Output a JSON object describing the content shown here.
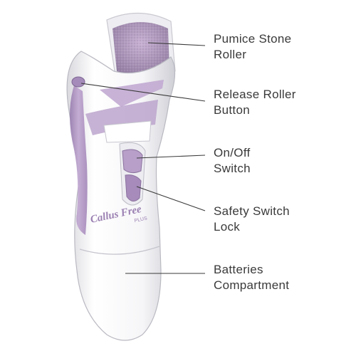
{
  "brand": {
    "logo_main": "Callus Free",
    "logo_sub": "PLUS",
    "accent_color": "#b59ac7",
    "accent_dark": "#9277a8",
    "body_color": "#f4f4f6"
  },
  "labels": [
    {
      "id": "pumice-stone-roller",
      "line1": "Pumice Stone",
      "line2": "Roller"
    },
    {
      "id": "release-roller-button",
      "line1": "Release Roller",
      "line2": "Button"
    },
    {
      "id": "on-off-switch",
      "line1": "On/Off",
      "line2": "Switch"
    },
    {
      "id": "safety-switch-lock",
      "line1": "Safety Switch",
      "line2": "Lock"
    },
    {
      "id": "batteries-compartment",
      "line1": "Batteries",
      "line2": "Compartment"
    }
  ]
}
